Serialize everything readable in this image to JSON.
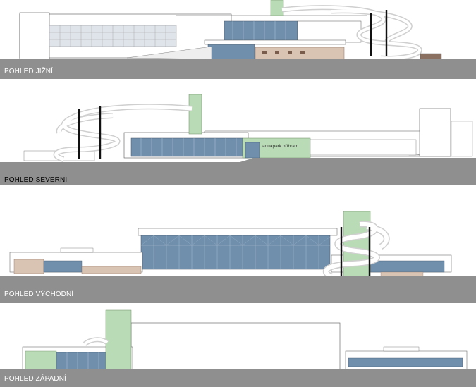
{
  "elevations": [
    {
      "label": "POHLED JIŽNÍ"
    },
    {
      "label": "POHLED SEVERNÍ",
      "sign": "aquapark příbram"
    },
    {
      "label": "POHLED VÝCHODNÍ"
    },
    {
      "label": "POHLED ZÁPADNÍ"
    }
  ],
  "colors": {
    "ground": "#8f8f8f",
    "glass": "#6f8fad",
    "green_tower": "#b9dbb5",
    "facade_brick": "#d9c3b3",
    "slide": "#e8e8e8",
    "outline": "#555555"
  }
}
